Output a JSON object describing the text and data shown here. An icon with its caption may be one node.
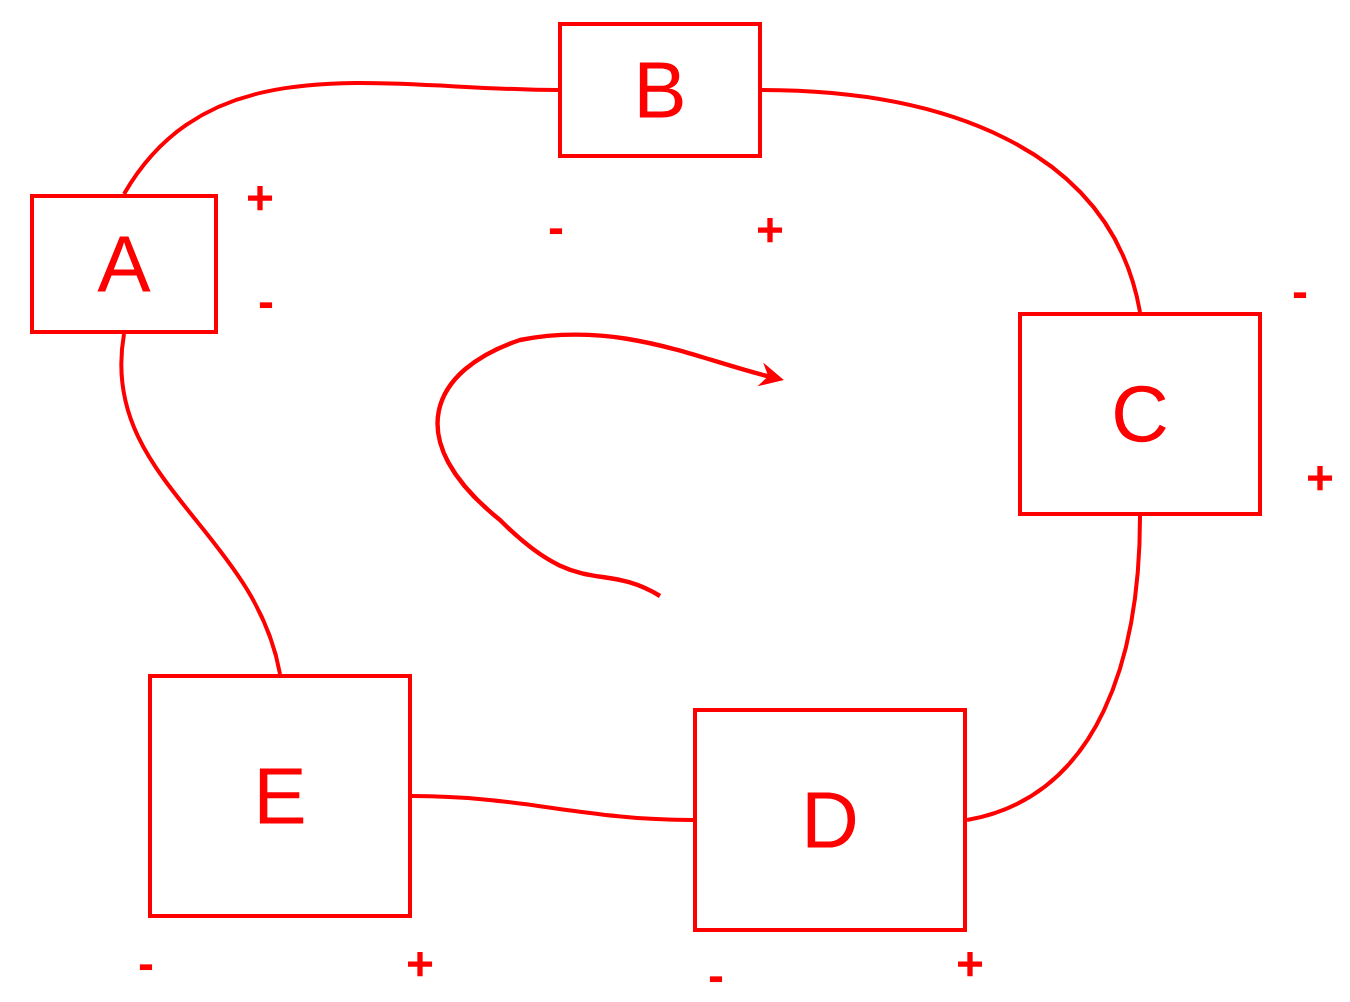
{
  "diagram": {
    "nodes": [
      {
        "text": [
          "A"
        ],
        "beside": [
          "+",
          "-"
        ]
      },
      {
        "text": [
          "B"
        ],
        "beside": [
          "-",
          "+"
        ]
      },
      {
        "text": [
          "C"
        ],
        "beside": [
          "-",
          "+"
        ]
      },
      {
        "text": [
          "D"
        ],
        "beside": [
          "-",
          "+"
        ]
      },
      {
        "text": [
          "E"
        ],
        "beside": [
          "-",
          "+"
        ]
      }
    ],
    "edges": [
      {
        "from": 0,
        "to": 1,
        "arrow": "none"
      },
      {
        "from": 1,
        "to": 2,
        "arrow": "none"
      },
      {
        "from": 2,
        "to": 3,
        "arrow": "none"
      },
      {
        "from": 3,
        "to": 4,
        "arrow": "none"
      },
      {
        "from": 4,
        "to": 0,
        "arrow": "none"
      }
    ]
  }
}
